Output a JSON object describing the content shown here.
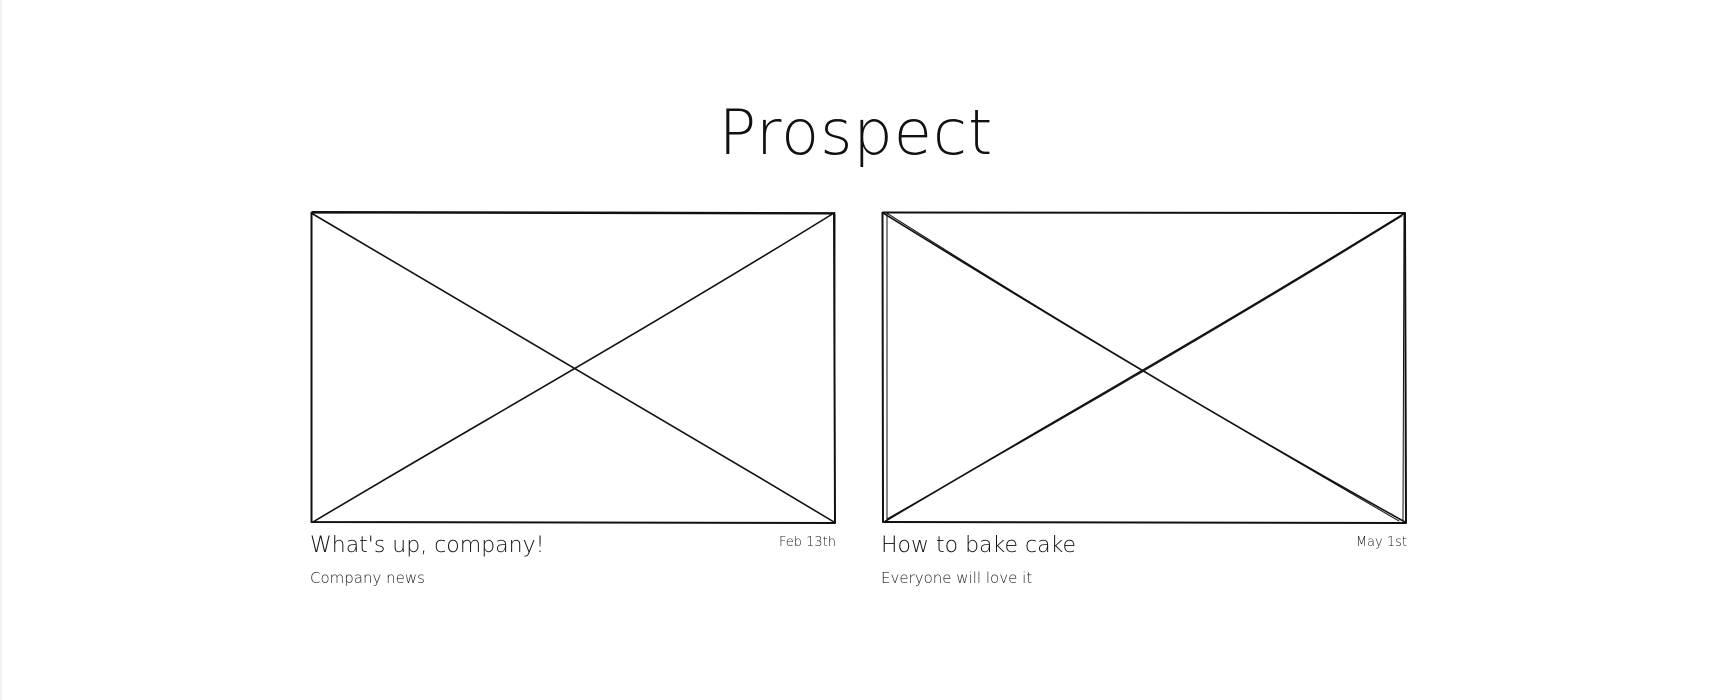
{
  "page": {
    "title": "Prospect"
  },
  "cards": [
    {
      "title": "What's up, company!",
      "date": "Feb 13th",
      "subtitle": "Company news",
      "image": "image-placeholder-icon"
    },
    {
      "title": "How to bake cake",
      "date": "May 1st",
      "subtitle": "Everyone will love it",
      "image": "image-placeholder-icon"
    }
  ],
  "colors": {
    "ink": "#111111",
    "background": "#ffffff",
    "edge": "#f1f1f1"
  }
}
